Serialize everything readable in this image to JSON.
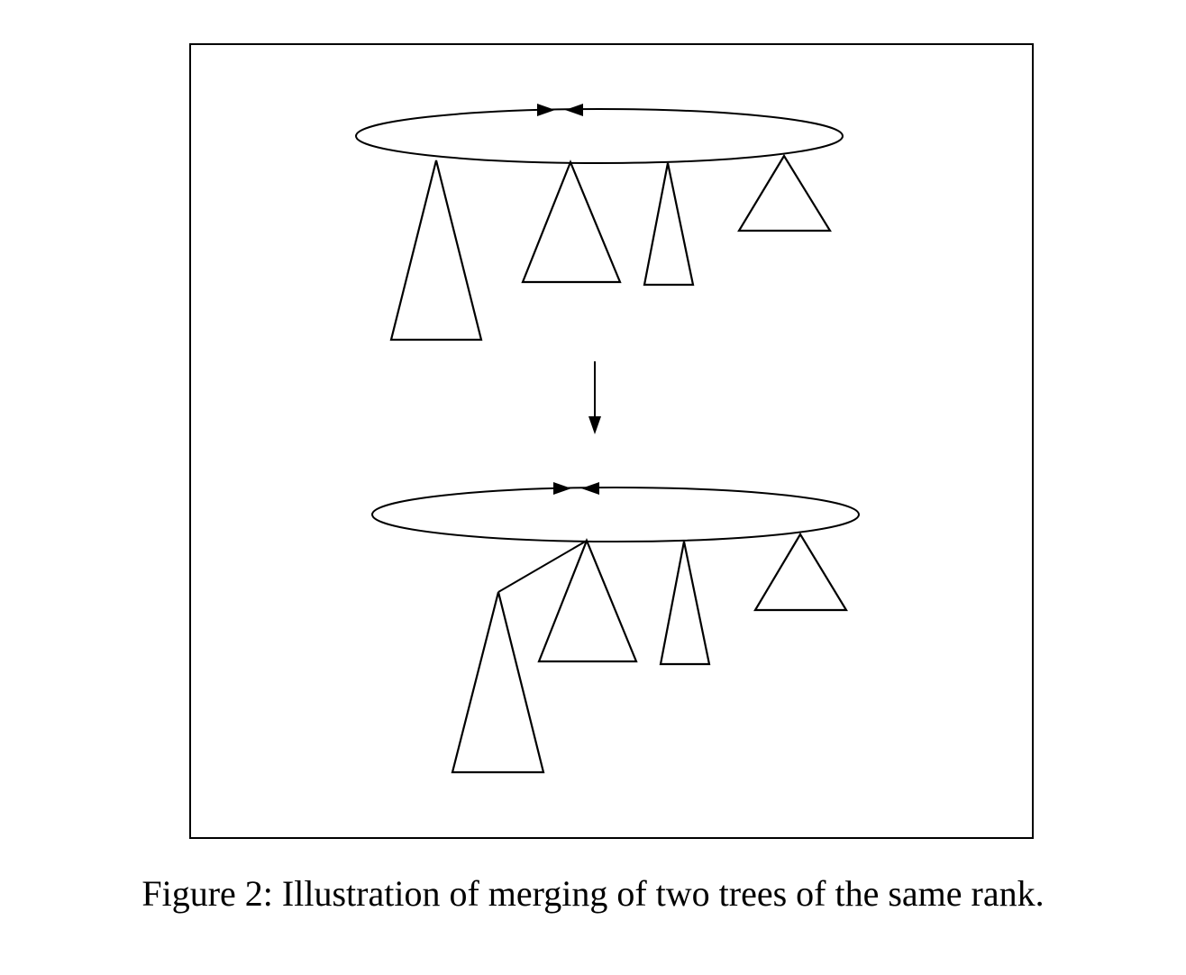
{
  "figure": {
    "caption": "Figure 2: Illustration of merging of two trees of the same rank."
  },
  "diagram": {
    "before": {
      "root_list": "circular",
      "trees": 4
    },
    "after": {
      "root_list": "circular",
      "trees": 3,
      "merged": "one tree becomes a child of another root of the same rank"
    }
  }
}
